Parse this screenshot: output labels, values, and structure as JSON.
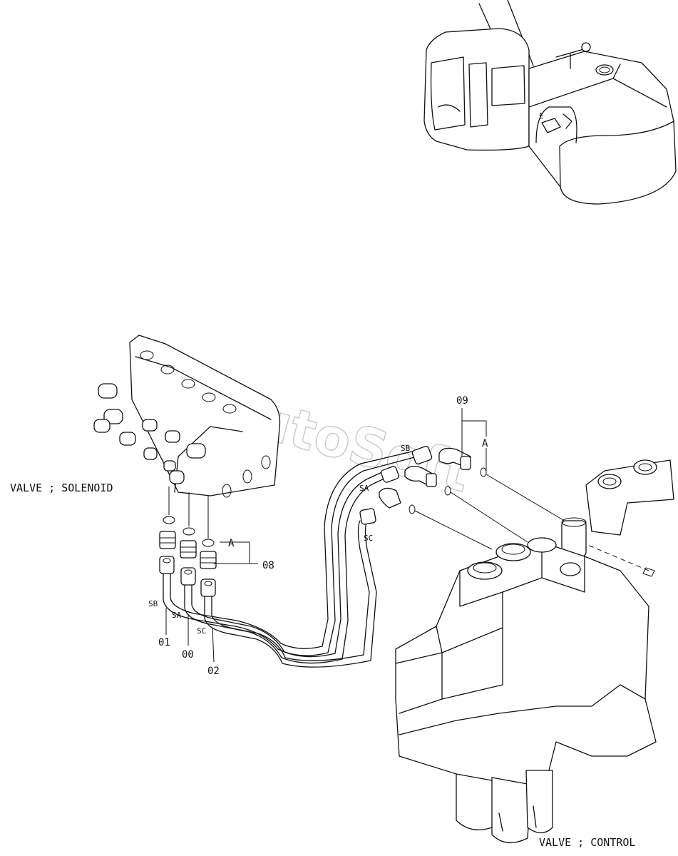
{
  "watermark": "AutoSoft",
  "labels": {
    "valve_solenoid": "VALVE ; SOLENOID",
    "valve_control": "VALVE ; CONTROL"
  },
  "parts": {
    "p09": "09",
    "p08": "08",
    "p01": "01",
    "p00": "00",
    "p02": "02"
  },
  "ports": {
    "sb_left": "SB",
    "sa_left": "SA",
    "sc_left": "SC",
    "sb_right": "SB",
    "sa_right": "SA",
    "sc_right": "SC"
  },
  "refs": {
    "a_left": "A",
    "a_right": "A"
  }
}
